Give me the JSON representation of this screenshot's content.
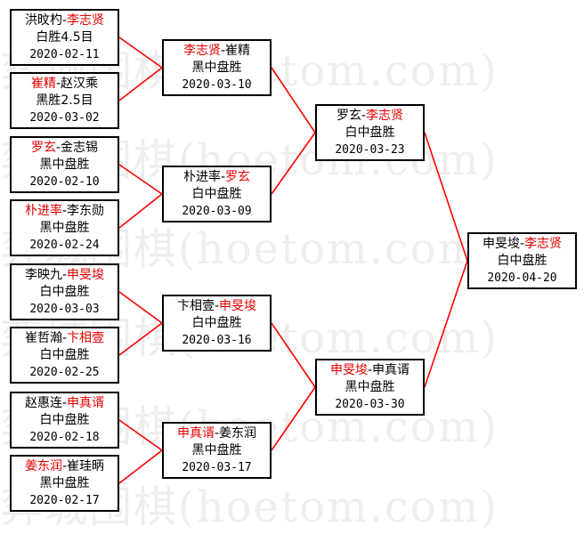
{
  "watermark": "弈城围棋(hoetom.com)",
  "colors": {
    "winner": "#e60000",
    "connector": "#ff0000",
    "border": "#000000"
  },
  "rounds": [
    {
      "name": "round-1",
      "matches": [
        {
          "p1": "洪旼杓",
          "p2": "李志贤",
          "winner": 2,
          "result": "白胜4.5目",
          "date": "2020-02-11"
        },
        {
          "p1": "崔精",
          "p2": "赵汉乘",
          "winner": 1,
          "result": "黑胜2.5目",
          "date": "2020-03-02"
        },
        {
          "p1": "罗玄",
          "p2": "金志锡",
          "winner": 1,
          "result": "黑中盘胜",
          "date": "2020-02-10"
        },
        {
          "p1": "朴进率",
          "p2": "李东勋",
          "winner": 1,
          "result": "黑中盘胜",
          "date": "2020-02-24"
        },
        {
          "p1": "李映九",
          "p2": "申旻埈",
          "winner": 2,
          "result": "白中盘胜",
          "date": "2020-03-03"
        },
        {
          "p1": "崔哲瀚",
          "p2": "卞相壹",
          "winner": 2,
          "result": "白中盘胜",
          "date": "2020-02-25"
        },
        {
          "p1": "赵惠连",
          "p2": "申真谞",
          "winner": 2,
          "result": "白中盘胜",
          "date": "2020-02-18"
        },
        {
          "p1": "姜东润",
          "p2": "崔珪昞",
          "winner": 1,
          "result": "黑中盘胜",
          "date": "2020-02-17"
        }
      ]
    },
    {
      "name": "round-2",
      "matches": [
        {
          "p1": "李志贤",
          "p2": "崔精",
          "winner": 1,
          "result": "黑中盘胜",
          "date": "2020-03-10"
        },
        {
          "p1": "朴进率",
          "p2": "罗玄",
          "winner": 2,
          "result": "白中盘胜",
          "date": "2020-03-09"
        },
        {
          "p1": "卞相壹",
          "p2": "申旻埈",
          "winner": 2,
          "result": "白中盘胜",
          "date": "2020-03-16"
        },
        {
          "p1": "申真谞",
          "p2": "姜东润",
          "winner": 1,
          "result": "黑中盘胜",
          "date": "2020-03-17"
        }
      ]
    },
    {
      "name": "semifinal",
      "matches": [
        {
          "p1": "罗玄",
          "p2": "李志贤",
          "winner": 2,
          "result": "白中盘胜",
          "date": "2020-03-23"
        },
        {
          "p1": "申旻埈",
          "p2": "申真谞",
          "winner": 1,
          "result": "黑中盘胜",
          "date": "2020-03-30"
        }
      ]
    },
    {
      "name": "final",
      "matches": [
        {
          "p1": "申旻埈",
          "p2": "李志贤",
          "winner": 2,
          "result": "白中盘胜",
          "date": "2020-04-20"
        }
      ]
    }
  ]
}
